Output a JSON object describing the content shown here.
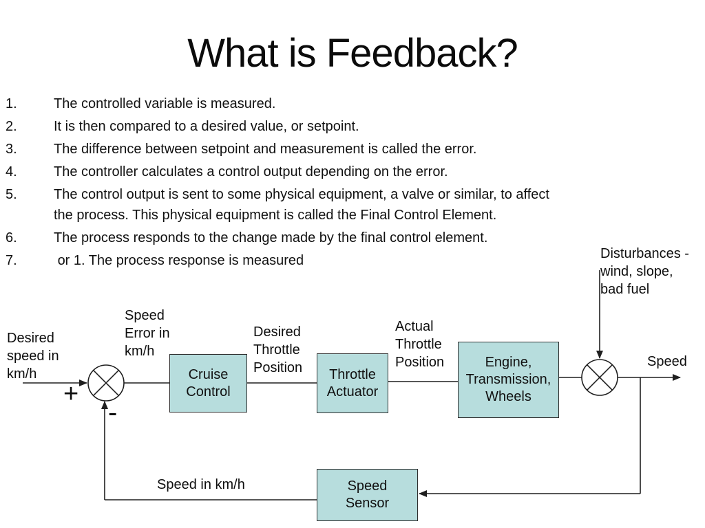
{
  "title": "What is Feedback?",
  "list": {
    "items": [
      {
        "num": "1.",
        "text": "The controlled variable is measured."
      },
      {
        "num": "2.",
        "text": "It is then compared to a desired value, or setpoint."
      },
      {
        "num": "3.",
        "text": "The difference between setpoint and measurement is called the error."
      },
      {
        "num": "4.",
        "text": "The controller calculates a control output depending on the error."
      },
      {
        "num": "5.",
        "text": "The control output is sent to some physical equipment, a valve or similar, to affect the process. This physical equipment is called the Final Control Element."
      },
      {
        "num": "6.",
        "text": "The process responds to the change made by the final control element."
      },
      {
        "num": "7.",
        "text": " or 1. The process response is measured"
      }
    ]
  },
  "diagram": {
    "labels": {
      "desired_speed": "Desired speed in km/h",
      "speed_error": "Speed Error in km/h",
      "desired_throttle": "Desired Throttle Position",
      "actual_throttle": "Actual Throttle Position",
      "disturbances": "Disturbances - wind, slope, bad fuel",
      "speed_out": "Speed",
      "speed_feedback": "Speed in km/h",
      "plus": "+",
      "minus": "-"
    },
    "blocks": {
      "cruise_control": "Cruise Control",
      "throttle_actuator": "Throttle Actuator",
      "engine": "Engine, Transmission, Wheels",
      "speed_sensor": "Speed Sensor"
    },
    "colors": {
      "block_fill": "#b7dddd",
      "block_border": "#2e2e2e",
      "line": "#1f1f1f"
    }
  }
}
